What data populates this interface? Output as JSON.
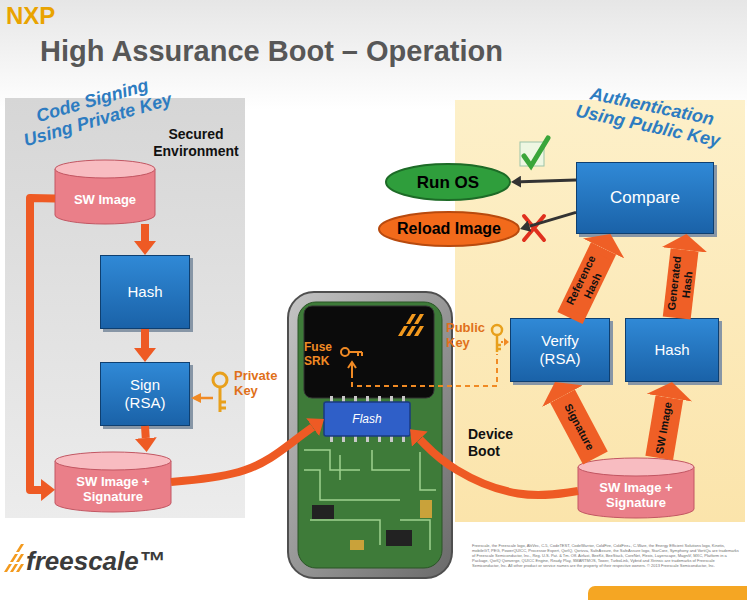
{
  "diagram": {
    "title": "High Assurance Boot – Operation",
    "nodes": [
      {
        "text": [
          "Code Signing Using Private Key",
          "Secured Environment"
        ]
      },
      {
        "text": [
          "SW Image"
        ],
        "in": 0
      },
      {
        "text": [
          "Hash"
        ],
        "in": 0
      },
      {
        "text": [
          "Sign (RSA)"
        ],
        "in": 0
      },
      {
        "text": [
          "SW Image + Signature"
        ],
        "in": 0
      },
      {
        "text": [
          "Flash"
        ]
      },
      {
        "text": [
          "Authentication Using Public Key"
        ]
      },
      {
        "text": [
          "Run OS"
        ]
      },
      {
        "text": [
          "Reload Image"
        ]
      },
      {
        "text": [
          "Compare"
        ],
        "in": 6
      },
      {
        "text": [
          "Verify (RSA)"
        ],
        "in": 6
      },
      {
        "text": [
          "Hash"
        ],
        "in": 6
      },
      {
        "text": [
          "SW Image + Signature"
        ],
        "in": 6
      }
    ],
    "edges": [
      {
        "from": 1,
        "to": 2,
        "arrow": "to"
      },
      {
        "from": 2,
        "to": 3,
        "arrow": "to"
      },
      {
        "from": 3,
        "to": 4,
        "arrow": "to"
      },
      {
        "from": 1,
        "to": 4,
        "arrow": "to"
      },
      {
        "from": 4,
        "to": 5,
        "arrow": "to"
      },
      {
        "from": 12,
        "to": 5,
        "arrow": "to"
      },
      {
        "from": 12,
        "to": 10,
        "label": "Signature",
        "arrow": "to"
      },
      {
        "from": 12,
        "to": 11,
        "label": "SW Image",
        "arrow": "to"
      },
      {
        "from": 10,
        "to": 9,
        "label": "Reference Hash",
        "arrow": "to"
      },
      {
        "from": 11,
        "to": 9,
        "label": "Generated Hash",
        "arrow": "to"
      },
      {
        "from": 9,
        "to": 7,
        "arrow": "to"
      },
      {
        "from": 9,
        "to": 8,
        "arrow": "to"
      }
    ],
    "labels": [
      "NXP",
      "Private Key",
      "Fuse SRK",
      "Public Key",
      "Device Boot",
      "freescale™",
      "Freescale, the Freescale logo, AltiVec, C-5, CodeTEST, CodeWarrior, ColdFire, ColdFire+, C-Ware, the Energy Efficient Solutions logo, Kinetis, mobileGT, PEG, PowerQUICC, Processor Expert, QorIQ, Qorivva, SafeAssure, the SafeAssure logo, StarCore, Symphony and VortiQa are trademarks of Freescale Semiconductor, Inc., Reg. U.S. Pat. & Tm. Off. Airfast, BeeKit, BeeStack, CoreNet, Flexis, Layerscape, MagniV, MXC, Platform in a Package, QorIQ Qonverge, QUICC Engine, Ready Play, SMARTMOS, Tower, TurboLink, Vybrid and Xtrinsic are trademarks of Freescale Semiconductor, Inc. All other product or service names are the property of their respective owners. © 2013 Freescale Semiconductor, Inc."
    ]
  }
}
